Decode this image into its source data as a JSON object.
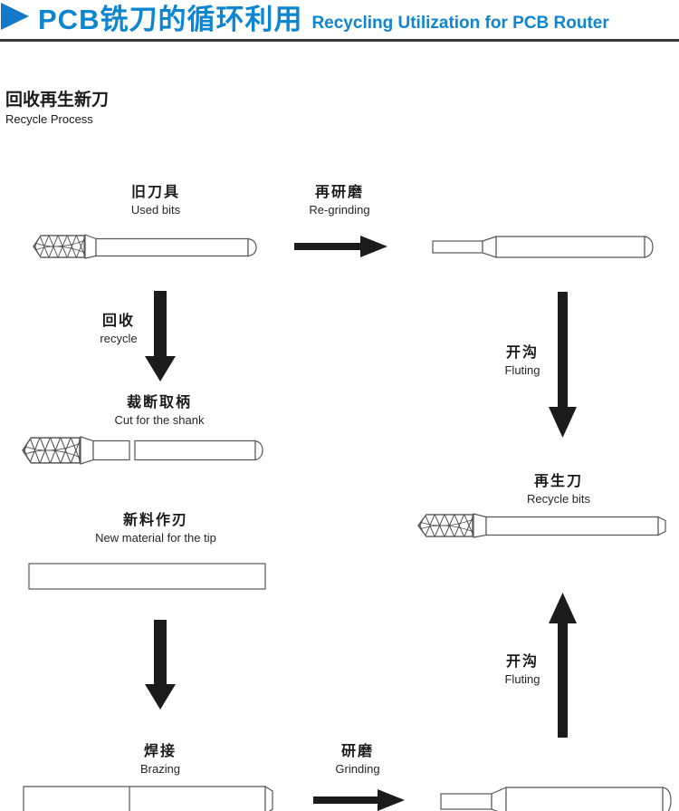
{
  "header": {
    "title_zh": "PCB铣刀的循环利用",
    "title_en": "Recycling Utilization for PCB Router"
  },
  "section": {
    "title_zh": "回收再生新刀",
    "title_en": "Recycle Process"
  },
  "labels": {
    "used_bits": {
      "zh": "旧刀具",
      "en": "Used bits"
    },
    "regrinding": {
      "zh": "再研磨",
      "en": "Re-grinding"
    },
    "recycle": {
      "zh": "回收",
      "en": "recycle"
    },
    "fluting_down": {
      "zh": "开沟",
      "en": "Fluting"
    },
    "cut_shank": {
      "zh": "裁断取柄",
      "en": "Cut for the shank"
    },
    "new_material": {
      "zh": "新料作刃",
      "en": "New material for the tip"
    },
    "recycle_bits": {
      "zh": "再生刀",
      "en": "Recycle bits"
    },
    "fluting_up": {
      "zh": "开沟",
      "en": "Fluting"
    },
    "brazing": {
      "zh": "焊接",
      "en": "Brazing"
    },
    "grinding": {
      "zh": "研磨",
      "en": "Grinding"
    }
  },
  "colors": {
    "accent_blue": "#0d86d2",
    "divider_gray": "#3b3b3b",
    "arrow_black": "#1b1b1b",
    "bit_outline": "#575757"
  }
}
